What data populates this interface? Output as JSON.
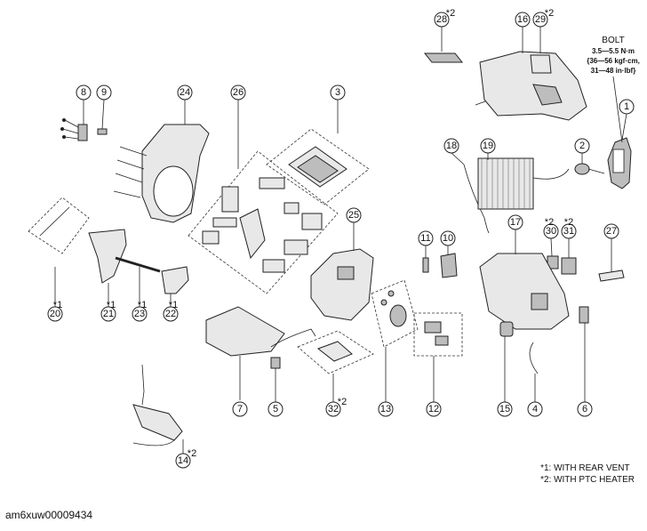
{
  "callouts": [
    {
      "id": "28",
      "sup": "*2"
    },
    {
      "id": "16",
      "sup": ""
    },
    {
      "id": "29",
      "sup": "*2"
    },
    {
      "id": "1",
      "sup": ""
    },
    {
      "id": "8",
      "sup": ""
    },
    {
      "id": "9",
      "sup": ""
    },
    {
      "id": "24",
      "sup": ""
    },
    {
      "id": "26",
      "sup": ""
    },
    {
      "id": "3",
      "sup": ""
    },
    {
      "id": "2",
      "sup": ""
    },
    {
      "id": "18",
      "sup": ""
    },
    {
      "id": "19",
      "sup": ""
    },
    {
      "id": "25",
      "sup": ""
    },
    {
      "id": "30",
      "sup": "*2"
    },
    {
      "id": "31",
      "sup": "*2"
    },
    {
      "id": "27",
      "sup": ""
    },
    {
      "id": "11",
      "sup": ""
    },
    {
      "id": "10",
      "sup": ""
    },
    {
      "id": "17",
      "sup": ""
    },
    {
      "id": "20",
      "sup": "*1"
    },
    {
      "id": "21",
      "sup": "*1"
    },
    {
      "id": "23",
      "sup": "*1"
    },
    {
      "id": "22",
      "sup": "*1"
    },
    {
      "id": "7",
      "sup": ""
    },
    {
      "id": "5",
      "sup": ""
    },
    {
      "id": "32",
      "sup": "*2"
    },
    {
      "id": "13",
      "sup": ""
    },
    {
      "id": "12",
      "sup": ""
    },
    {
      "id": "15",
      "sup": ""
    },
    {
      "id": "4",
      "sup": ""
    },
    {
      "id": "6",
      "sup": ""
    },
    {
      "id": "14",
      "sup": "*2"
    }
  ],
  "bolt_spec": {
    "title": "BOLT",
    "lines": [
      "3.5—5.5 N·m",
      "{36—56 kgf·cm,",
      "31—48 in·lbf}"
    ]
  },
  "notes": {
    "note1": "*1: WITH REAR VENT",
    "note2": "*2: WITH PTC HEATER"
  },
  "figure_code": "am6xuw00009434"
}
